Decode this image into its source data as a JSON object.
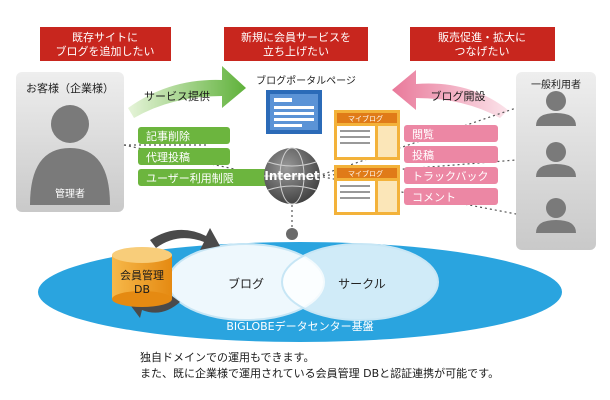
{
  "banners": {
    "left": [
      "既存サイトに",
      "ブログを追加したい"
    ],
    "center": [
      "新規に会員サービスを",
      "立ち上げたい"
    ],
    "right": [
      "販売促進・拡大に",
      "つなげたい"
    ]
  },
  "customer_label": "お客様（企業様）",
  "admin_label": "管理者",
  "general_users_label": "一般利用者",
  "service_arrow_label": "サービス提供",
  "blog_open_arrow_label": "ブログ開設",
  "portal_label": "ブログポータルページ",
  "admin_functions": [
    "記事削除",
    "代理投稿",
    "ユーザー利用制限"
  ],
  "user_functions": [
    "閲覧",
    "投稿",
    "トラックバック",
    "コメント"
  ],
  "internet_label": "Internet",
  "myblog_label": "マイブログ",
  "member_db_label": [
    "会員管理",
    "DB"
  ],
  "blog_label": "ブログ",
  "circle_label": "サークル",
  "datacenter_label": "BIGLOBEデータセンター基盤",
  "footnote": [
    "独自ドメインでの運用もできます。",
    "また、既に企業様で運用されている会員管理 DBと認証連携が可能です。"
  ],
  "colors": {
    "banner_red": "#c8261e",
    "green": "#6cb53e",
    "pink": "#ec87a4",
    "blue_platform": "#2aa4df",
    "person_gray": "#7a7a7a",
    "panel_gray": "#dcdcdc",
    "db_orange": "#f2a227"
  }
}
